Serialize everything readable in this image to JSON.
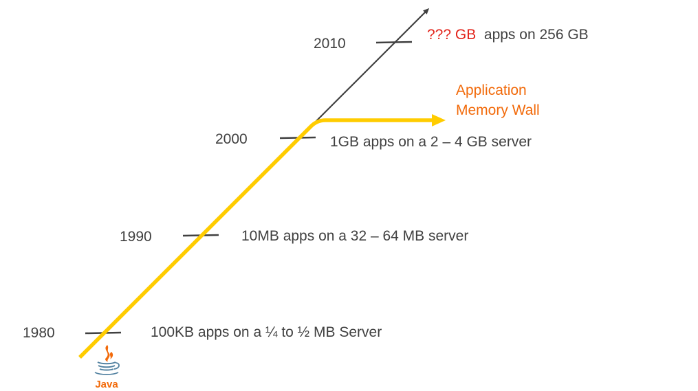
{
  "timeline": {
    "years": [
      "1980",
      "1990",
      "2000",
      "2010"
    ],
    "milestones": [
      "100KB apps on a ¼ to ½ MB Server",
      "10MB apps on a 32 – 64 MB server",
      "1GB apps on a 2 – 4 GB server"
    ],
    "future": {
      "highlight": "??? GB",
      "rest": "apps on 256 GB"
    }
  },
  "wall_label": {
    "line1": "Application",
    "line2": "Memory Wall"
  },
  "logo": {
    "text": "Java"
  },
  "colors": {
    "trend_line": "#ffcc00",
    "axis_line": "#404040",
    "highlight_red": "#e2231a",
    "accent_orange": "#f26a0a",
    "java_blue": "#5382a1"
  }
}
